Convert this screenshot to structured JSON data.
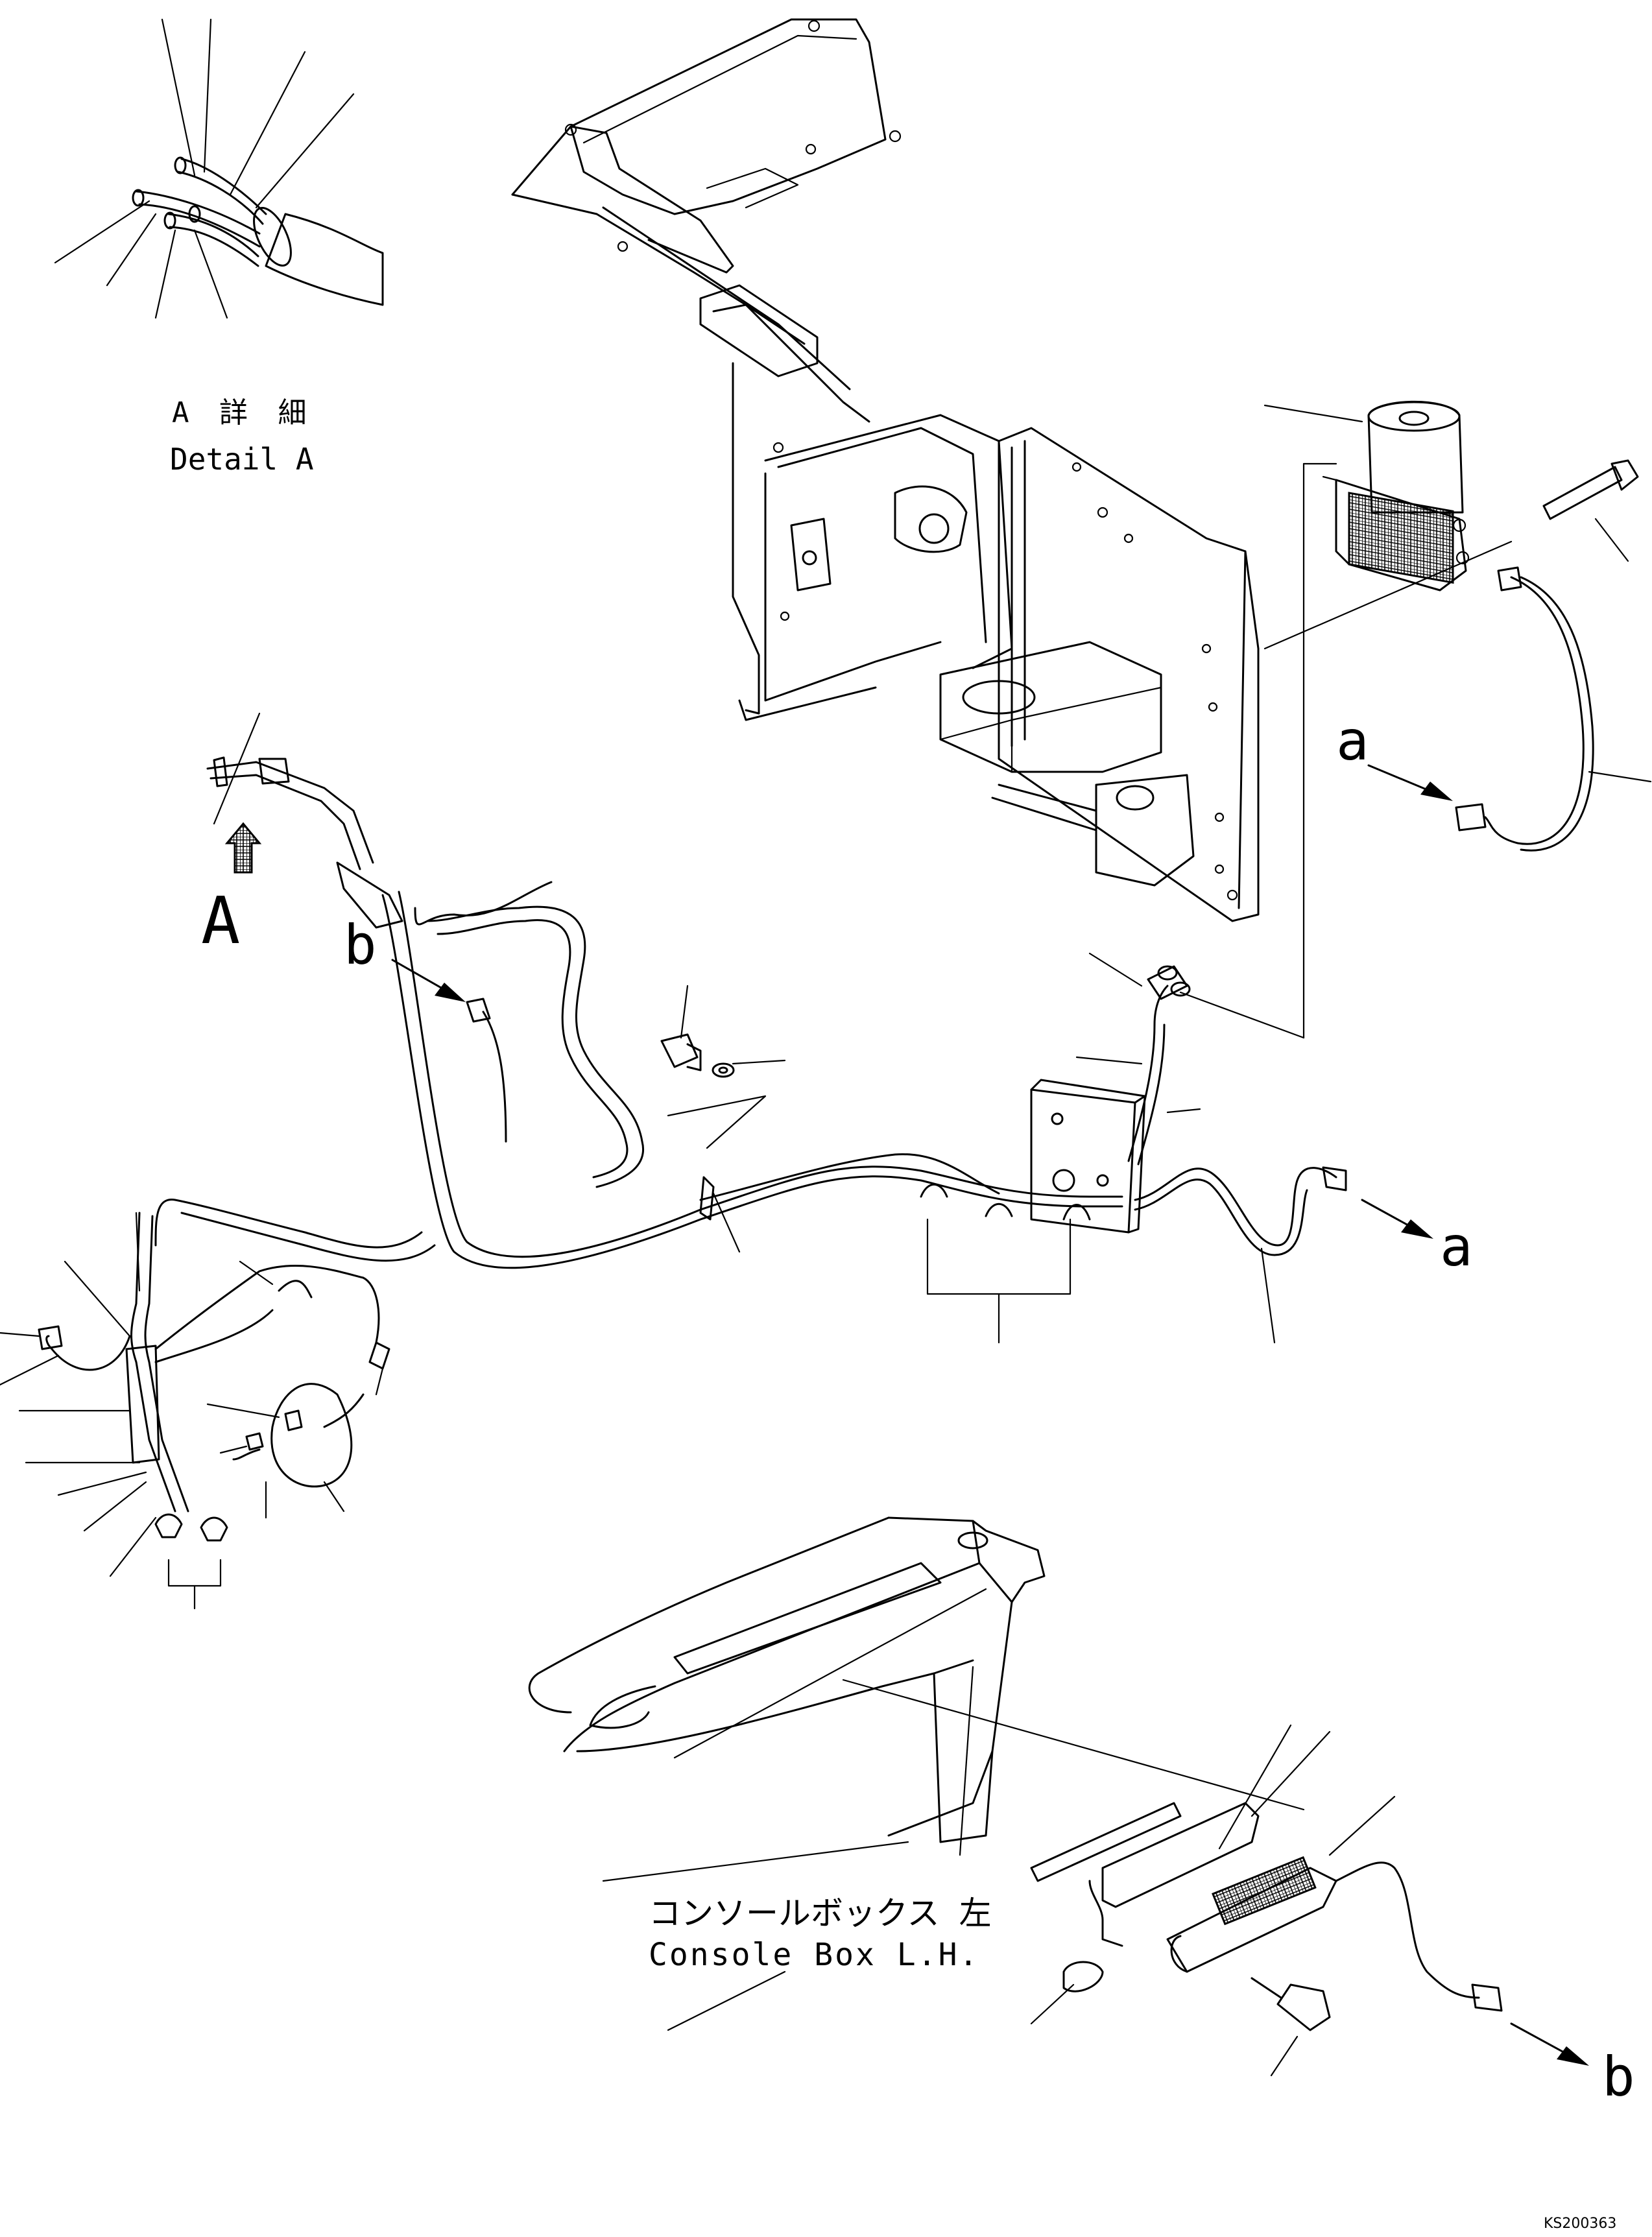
{
  "detail_label": {
    "jp": "A 詳 細",
    "en": "Detail A"
  },
  "view_marker_A": "A",
  "connector_labels": {
    "a_in": "a",
    "a_out": "a",
    "b_in": "b",
    "b_out": "b"
  },
  "console_label": {
    "jp": "コンソールボックス 左",
    "en": "Console Box L.H."
  },
  "drawing_number": "KS200363"
}
